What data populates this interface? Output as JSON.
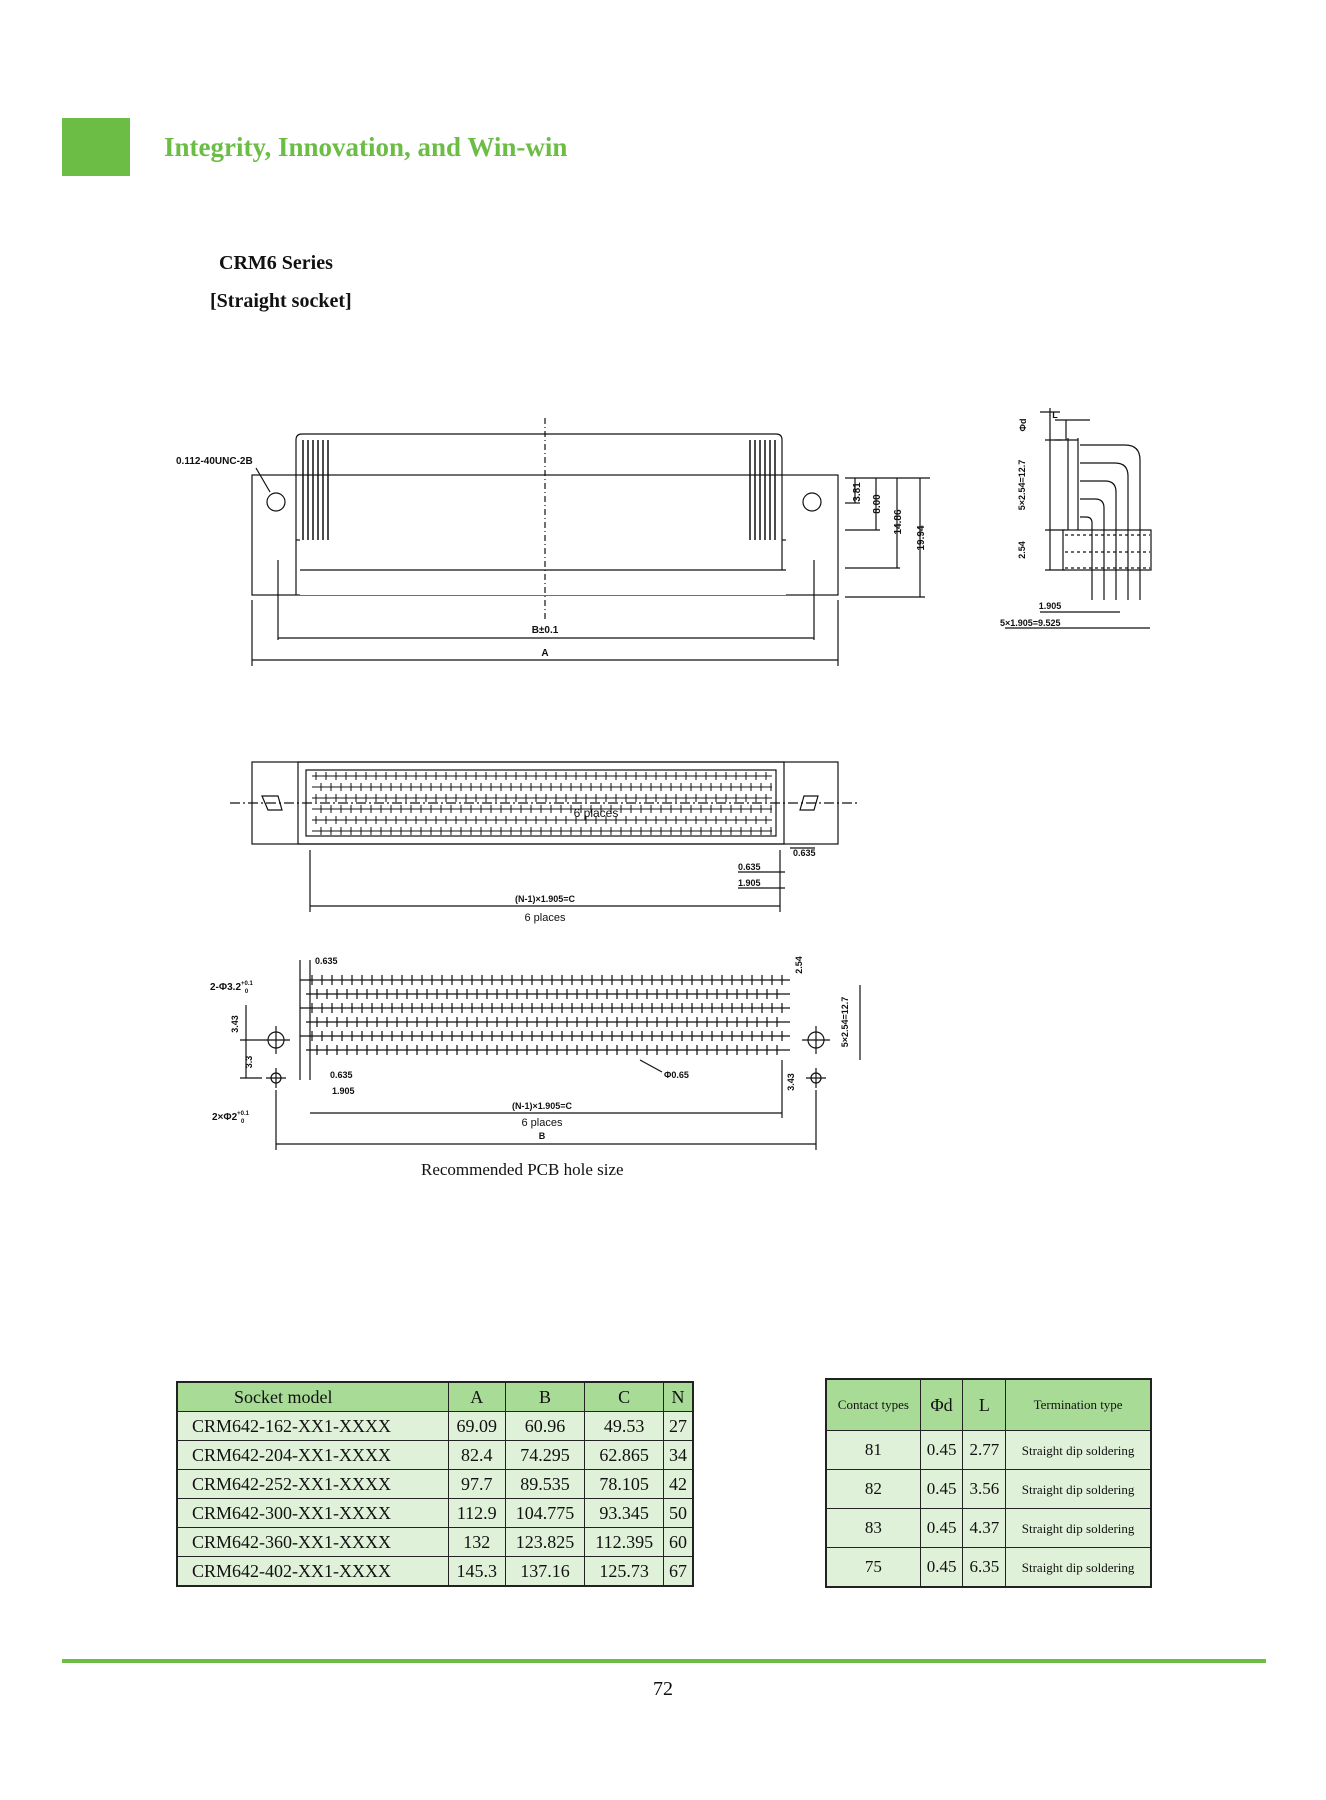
{
  "header": {
    "title": "Integrity, Innovation, and Win-win",
    "accent_color": "#6cbd45"
  },
  "section": {
    "series": "CRM6 Series",
    "subtitle": "[Straight socket]"
  },
  "drawing": {
    "front_view": {
      "thread_label": "0.112-40UNC-2B",
      "dim_b": "B±0.1",
      "dim_a": "A",
      "dim_381": "3.81",
      "dim_800": "8.00",
      "dim_1486": "14.86",
      "dim_1994": "19.94"
    },
    "side_view": {
      "dim_l": "L",
      "dim_phi_d": "Φd",
      "dim_5x254": "5×2.54=12.7",
      "dim_254": "2.54",
      "dim_1905": "1.905",
      "dim_5x1905": "5×1.905=9.525"
    },
    "top_view": {
      "six_places_inner": "6 places",
      "dim_0635_a": "0.635",
      "dim_0635_b": "0.635",
      "dim_1905": "1.905",
      "dim_c": "(N-1)×1.905=C",
      "six_places": "6 places"
    },
    "pcb_view": {
      "dim_0635_top": "0.635",
      "hole_large": "2-Φ3.2",
      "tol": "+0.1",
      "tol0": "0",
      "dim_343_left": "3.43",
      "dim_33": "3.3",
      "hole_small": "2×Φ2",
      "dim_254": "2.54",
      "dim_5x254": "5×2.54=12.7",
      "dim_343_right": "3.43",
      "dim_phi065": "Φ0.65",
      "dim_0635": "0.635",
      "dim_1905": "1.905",
      "dim_c": "(N-1)×1.905=C",
      "six_places": "6 places",
      "dim_b": "B"
    },
    "caption": "Recommended PCB hole size"
  },
  "socket_table": {
    "headers": [
      "Socket model",
      "A",
      "B",
      "C",
      "N"
    ],
    "rows": [
      [
        "CRM642-162-XX1-XXXX",
        "69.09",
        "60.96",
        "49.53",
        "27"
      ],
      [
        "CRM642-204-XX1-XXXX",
        "82.4",
        "74.295",
        "62.865",
        "34"
      ],
      [
        "CRM642-252-XX1-XXXX",
        "97.7",
        "89.535",
        "78.105",
        "42"
      ],
      [
        "CRM642-300-XX1-XXXX",
        "112.9",
        "104.775",
        "93.345",
        "50"
      ],
      [
        "CRM642-360-XX1-XXXX",
        "132",
        "123.825",
        "112.395",
        "60"
      ],
      [
        "CRM642-402-XX1-XXXX",
        "145.3",
        "137.16",
        "125.73",
        "67"
      ]
    ]
  },
  "contact_table": {
    "headers": [
      "Contact types",
      "Φd",
      "L",
      "Termination type"
    ],
    "rows": [
      [
        "81",
        "0.45",
        "2.77",
        "Straight dip soldering"
      ],
      [
        "82",
        "0.45",
        "3.56",
        "Straight dip soldering"
      ],
      [
        "83",
        "0.45",
        "4.37",
        "Straight dip soldering"
      ],
      [
        "75",
        "0.45",
        "6.35",
        "Straight dip soldering"
      ]
    ]
  },
  "footer": {
    "page_number": "72"
  }
}
